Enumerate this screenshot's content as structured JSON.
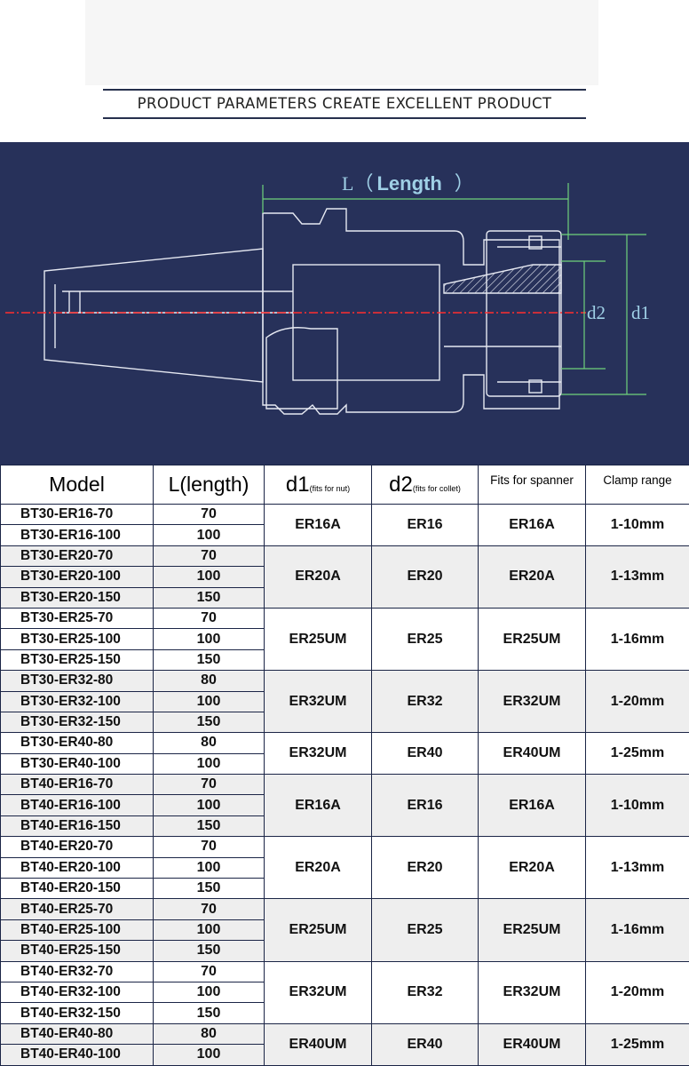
{
  "heading": "PRODUCT PARAMETERS CREATE EXCELLENT PRODUCT",
  "diagram": {
    "length_label_prefix": "L（",
    "length_label_word": "Length",
    "length_label_suffix": "）",
    "d2_label": "d2",
    "d1_label": "d1",
    "line_color": "#e6e9f2",
    "dim_color": "#6fd27b",
    "centerline_color": "#ff2e2e",
    "label_color": "#9fd0e6",
    "background_color": "#27315a"
  },
  "table": {
    "headers": {
      "model": "Model",
      "length": "L(length)",
      "d1_main": "d1",
      "d1_note": "(fits for nut)",
      "d2_main": "d2",
      "d2_note": "(fits for collet)",
      "spanner": "Fits for spanner",
      "clamp": "Clamp range"
    },
    "groups": [
      {
        "d1": "ER16A",
        "d2": "ER16",
        "spanner": "ER16A",
        "clamp": "1-10mm",
        "rows": [
          {
            "model": "BT30-ER16-70",
            "length": "70"
          },
          {
            "model": "BT30-ER16-100",
            "length": "100"
          }
        ]
      },
      {
        "d1": "ER20A",
        "d2": "ER20",
        "spanner": "ER20A",
        "clamp": "1-13mm",
        "rows": [
          {
            "model": "BT30-ER20-70",
            "length": "70"
          },
          {
            "model": "BT30-ER20-100",
            "length": "100"
          },
          {
            "model": "BT30-ER20-150",
            "length": "150"
          }
        ]
      },
      {
        "d1": "ER25UM",
        "d2": "ER25",
        "spanner": "ER25UM",
        "clamp": "1-16mm",
        "rows": [
          {
            "model": "BT30-ER25-70",
            "length": "70"
          },
          {
            "model": "BT30-ER25-100",
            "length": "100"
          },
          {
            "model": "BT30-ER25-150",
            "length": "150"
          }
        ]
      },
      {
        "d1": "ER32UM",
        "d2": "ER32",
        "spanner": "ER32UM",
        "clamp": "1-20mm",
        "rows": [
          {
            "model": "BT30-ER32-80",
            "length": "80"
          },
          {
            "model": "BT30-ER32-100",
            "length": "100"
          },
          {
            "model": "BT30-ER32-150",
            "length": "150"
          }
        ]
      },
      {
        "d1": "ER32UM",
        "d2": "ER40",
        "spanner": "ER40UM",
        "clamp": "1-25mm",
        "rows": [
          {
            "model": "BT30-ER40-80",
            "length": "80"
          },
          {
            "model": "BT30-ER40-100",
            "length": "100"
          }
        ]
      },
      {
        "d1": "ER16A",
        "d2": "ER16",
        "spanner": "ER16A",
        "clamp": "1-10mm",
        "rows": [
          {
            "model": "BT40-ER16-70",
            "length": "70"
          },
          {
            "model": "BT40-ER16-100",
            "length": "100"
          },
          {
            "model": "BT40-ER16-150",
            "length": "150"
          }
        ]
      },
      {
        "d1": "ER20A",
        "d2": "ER20",
        "spanner": "ER20A",
        "clamp": "1-13mm",
        "rows": [
          {
            "model": "BT40-ER20-70",
            "length": "70"
          },
          {
            "model": "BT40-ER20-100",
            "length": "100"
          },
          {
            "model": "BT40-ER20-150",
            "length": "150"
          }
        ]
      },
      {
        "d1": "ER25UM",
        "d2": "ER25",
        "spanner": "ER25UM",
        "clamp": "1-16mm",
        "rows": [
          {
            "model": "BT40-ER25-70",
            "length": "70"
          },
          {
            "model": "BT40-ER25-100",
            "length": "100"
          },
          {
            "model": "BT40-ER25-150",
            "length": "150"
          }
        ]
      },
      {
        "d1": "ER32UM",
        "d2": "ER32",
        "spanner": "ER32UM",
        "clamp": "1-20mm",
        "rows": [
          {
            "model": "BT40-ER32-70",
            "length": "70"
          },
          {
            "model": "BT40-ER32-100",
            "length": "100"
          },
          {
            "model": "BT40-ER32-150",
            "length": "150"
          }
        ]
      },
      {
        "d1": "ER40UM",
        "d2": "ER40",
        "spanner": "ER40UM",
        "clamp": "1-25mm",
        "rows": [
          {
            "model": "BT40-ER40-80",
            "length": "80"
          },
          {
            "model": "BT40-ER40-100",
            "length": "100"
          }
        ]
      }
    ]
  }
}
